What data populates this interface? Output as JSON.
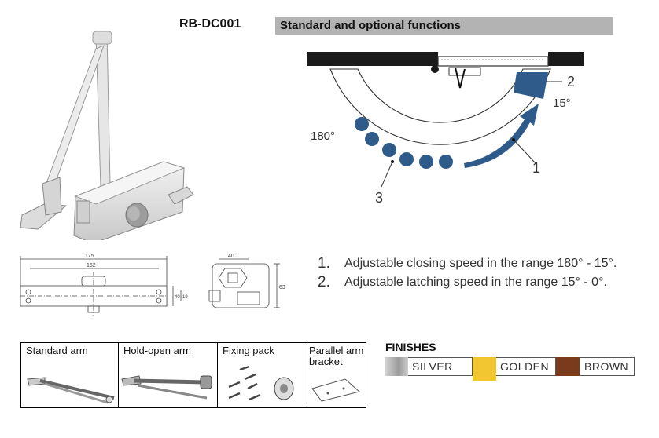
{
  "product_code": "RB-DC001",
  "functions_header": "Standard and optional functions",
  "diagram": {
    "angle_open": "180°",
    "angle_latch": "15°",
    "label_1": "1",
    "label_2": "2",
    "label_3": "3"
  },
  "dimensions": {
    "overall_length": "175",
    "inner_length": "162",
    "height_a": "40",
    "height_b": "19",
    "side_width": "40",
    "side_height": "63"
  },
  "functions": [
    {
      "number": "1.",
      "text": "Adjustable closing speed in the range 180° - 15°."
    },
    {
      "number": "2.",
      "text": "Adjustable latching speed in the range 15° - 0°."
    }
  ],
  "accessories": [
    {
      "label": "Standard arm",
      "icon": "standard-arm-icon"
    },
    {
      "label": "Hold-open arm",
      "icon": "hold-open-arm-icon"
    },
    {
      "label": "Fixing pack",
      "icon": "fixing-pack-icon"
    },
    {
      "label": "Parallel arm bracket",
      "icon": "parallel-arm-bracket-icon"
    }
  ],
  "finishes": {
    "title": "FINISHES",
    "items": [
      {
        "label": "SILVER",
        "color": "#a9a9a9"
      },
      {
        "label": "GOLDEN",
        "color": "#f2c631"
      },
      {
        "label": "BROWN",
        "color": "#7a3a1c"
      }
    ]
  },
  "colors": {
    "header_bar": "#b3b3b3",
    "diagram_blue": "#2f5b8a",
    "door_black": "#1a1a1a"
  }
}
